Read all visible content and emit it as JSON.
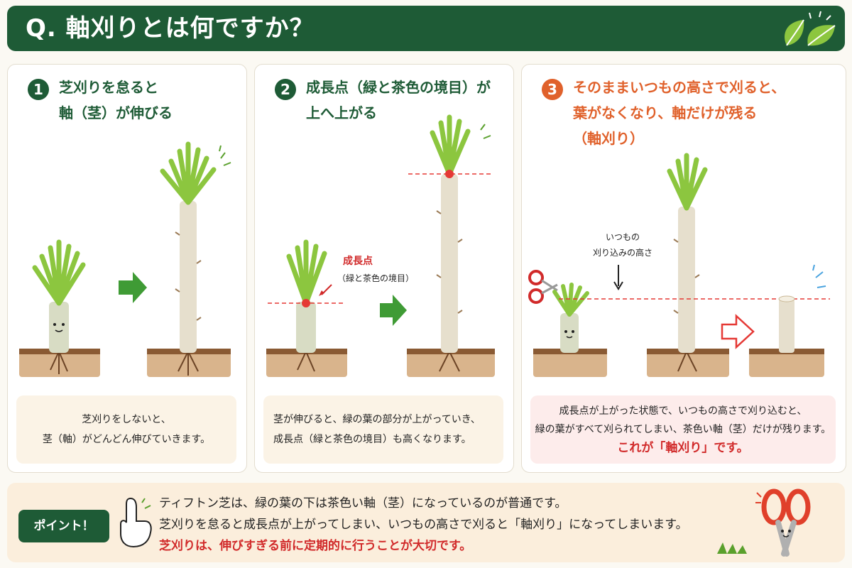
{
  "header": {
    "title": "Q. 軸刈りとは何ですか？"
  },
  "panels": [
    {
      "number": "1",
      "title_lines": [
        "芝刈りを怠ると",
        "軸（茎）が伸びる"
      ],
      "caption_lines": [
        "芝刈りをしないと、",
        "茎（軸）がどんどん伸びていきます。"
      ]
    },
    {
      "number": "2",
      "title_lines": [
        "成長点（緑と茶色の境目）が",
        "上へ上がる"
      ],
      "label_title": "成長点",
      "label_sub": "（緑と茶色の境目）",
      "caption_lines": [
        "茎が伸びると、緑の葉の部分が上がっていき、",
        "成長点（緑と茶色の境目）も高くなります。"
      ]
    },
    {
      "number": "3",
      "title_lines": [
        "そのままいつもの高さで刈ると、",
        "葉がなくなり、軸だけが残る",
        "（軸刈り）"
      ],
      "label_lines": [
        "いつもの",
        "刈り込みの高さ"
      ],
      "caption_lines": [
        "成長点が上がった状態で、いつもの高さで刈り込むと、",
        "緑の葉がすべて刈られてしまい、茶色い軸（茎）だけが残ります。"
      ],
      "caption_emphasis": "これが「軸刈り」です。"
    }
  ],
  "point": {
    "badge": "ポイント！",
    "lines": [
      "ティフトン芝は、緑の葉の下は茶色い軸（茎）になっているのが普通です。",
      "芝刈りを怠ると成長点が上がってしまい、いつもの高さで刈ると「軸刈り」になってしまいます。"
    ],
    "emphasis": "芝刈りは、伸びすぎる前に定期的に行うことが大切です。"
  },
  "colors": {
    "dark_green": "#1e5b36",
    "orange": "#e0612b",
    "red": "#d12a2a",
    "leaf": "#8cc63f",
    "soil": "#c89a6b"
  }
}
